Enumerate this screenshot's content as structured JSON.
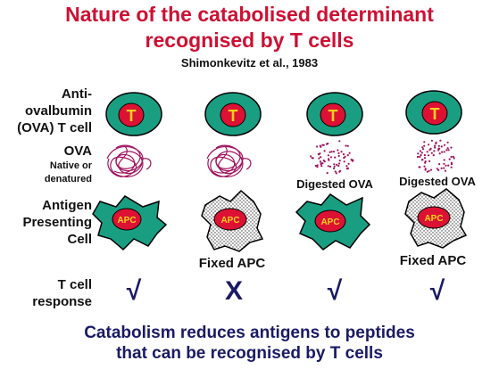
{
  "title_line1": "Nature of the catabolised determinant",
  "title_line2": "recognised by T cells",
  "citation": "Shimonkevitz et al., 1983",
  "rows": {
    "tcell": [
      "Anti-",
      "ovalbumin",
      "(OVA) T cell"
    ],
    "ova_main": "OVA",
    "ova_sub": [
      "Native or",
      "denatured"
    ],
    "apc": [
      "Antigen",
      "Presenting",
      "Cell"
    ],
    "response": [
      "T cell",
      "response"
    ]
  },
  "tcell_letter": "T",
  "apc_letter": "APC",
  "columns": [
    {
      "ova_label": "",
      "apc_label": "",
      "response": "√"
    },
    {
      "ova_label": "",
      "apc_label": "Fixed APC",
      "response": "X"
    },
    {
      "ova_label": "Digested OVA",
      "apc_label": "",
      "response": "√"
    },
    {
      "ova_label": "Digested OVA",
      "apc_label": "Fixed APC",
      "response": "√"
    }
  ],
  "footer_line1": "Catabolism reduces antigens to peptides",
  "footer_line2": "that can be recognised by T cells",
  "colors": {
    "title": "#cc1133",
    "cell_green": "#1a9e82",
    "nucleus_red": "#dd1133",
    "letter_yellow": "#f2d21e",
    "ova_purple": "#a0135e",
    "text_navy": "#1a1a66"
  }
}
